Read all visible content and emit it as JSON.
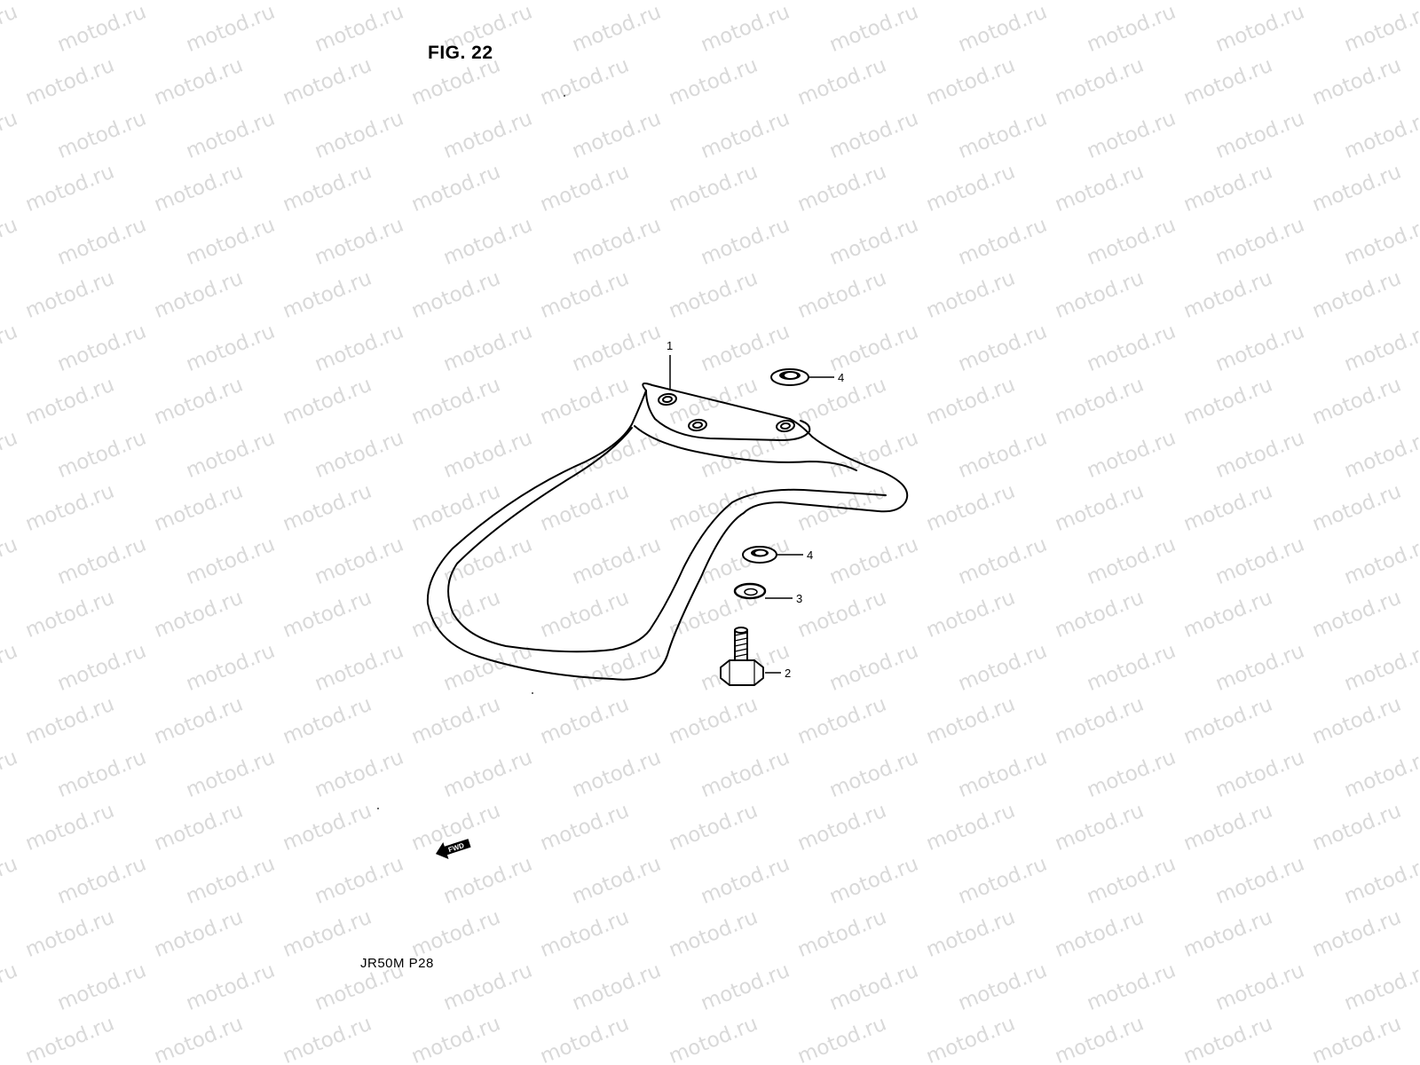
{
  "figure": {
    "title": "FIG. 22",
    "model_page": "JR50M P28"
  },
  "watermark": {
    "text": "motod.ru",
    "color": "#d9d9d9"
  },
  "direction_marker": {
    "label": "FWD"
  },
  "parts": [
    {
      "number": "1",
      "shape": "rear-fender"
    },
    {
      "number": "2",
      "shape": "bolt"
    },
    {
      "number": "3",
      "shape": "lock-washer"
    },
    {
      "number": "4",
      "shape": "washer"
    }
  ],
  "callouts": {
    "fender": "1",
    "bolt": "2",
    "lock_washer": "3",
    "washer_upper": "4",
    "washer_lower": "4"
  }
}
